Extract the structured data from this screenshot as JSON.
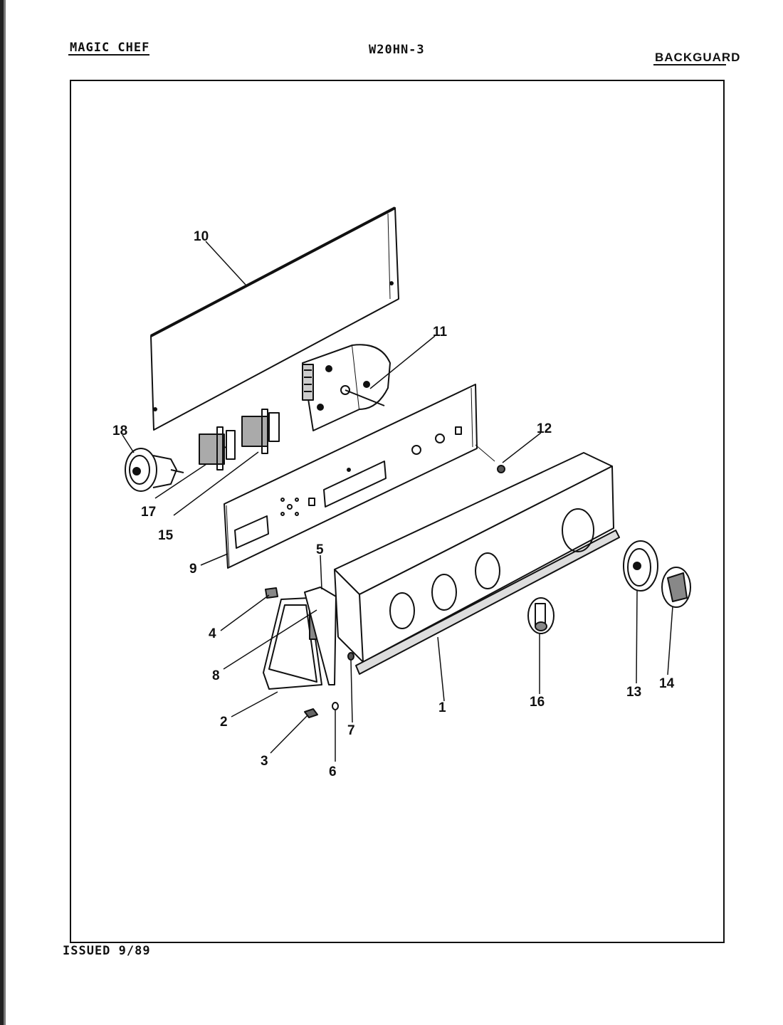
{
  "header": {
    "brand": "MAGIC CHEF",
    "model": "W20HN-3",
    "section": "BACKGUARD"
  },
  "footer": {
    "issued": "ISSUED 9/89"
  },
  "callouts": {
    "c1": "1",
    "c2": "2",
    "c3": "3",
    "c4": "4",
    "c5": "5",
    "c6": "6",
    "c7": "7",
    "c8": "8",
    "c9": "9",
    "c10": "10",
    "c11": "11",
    "c12": "12",
    "c13": "13",
    "c14": "14",
    "c15": "15",
    "c16": "16",
    "c17": "17",
    "c18": "18"
  }
}
